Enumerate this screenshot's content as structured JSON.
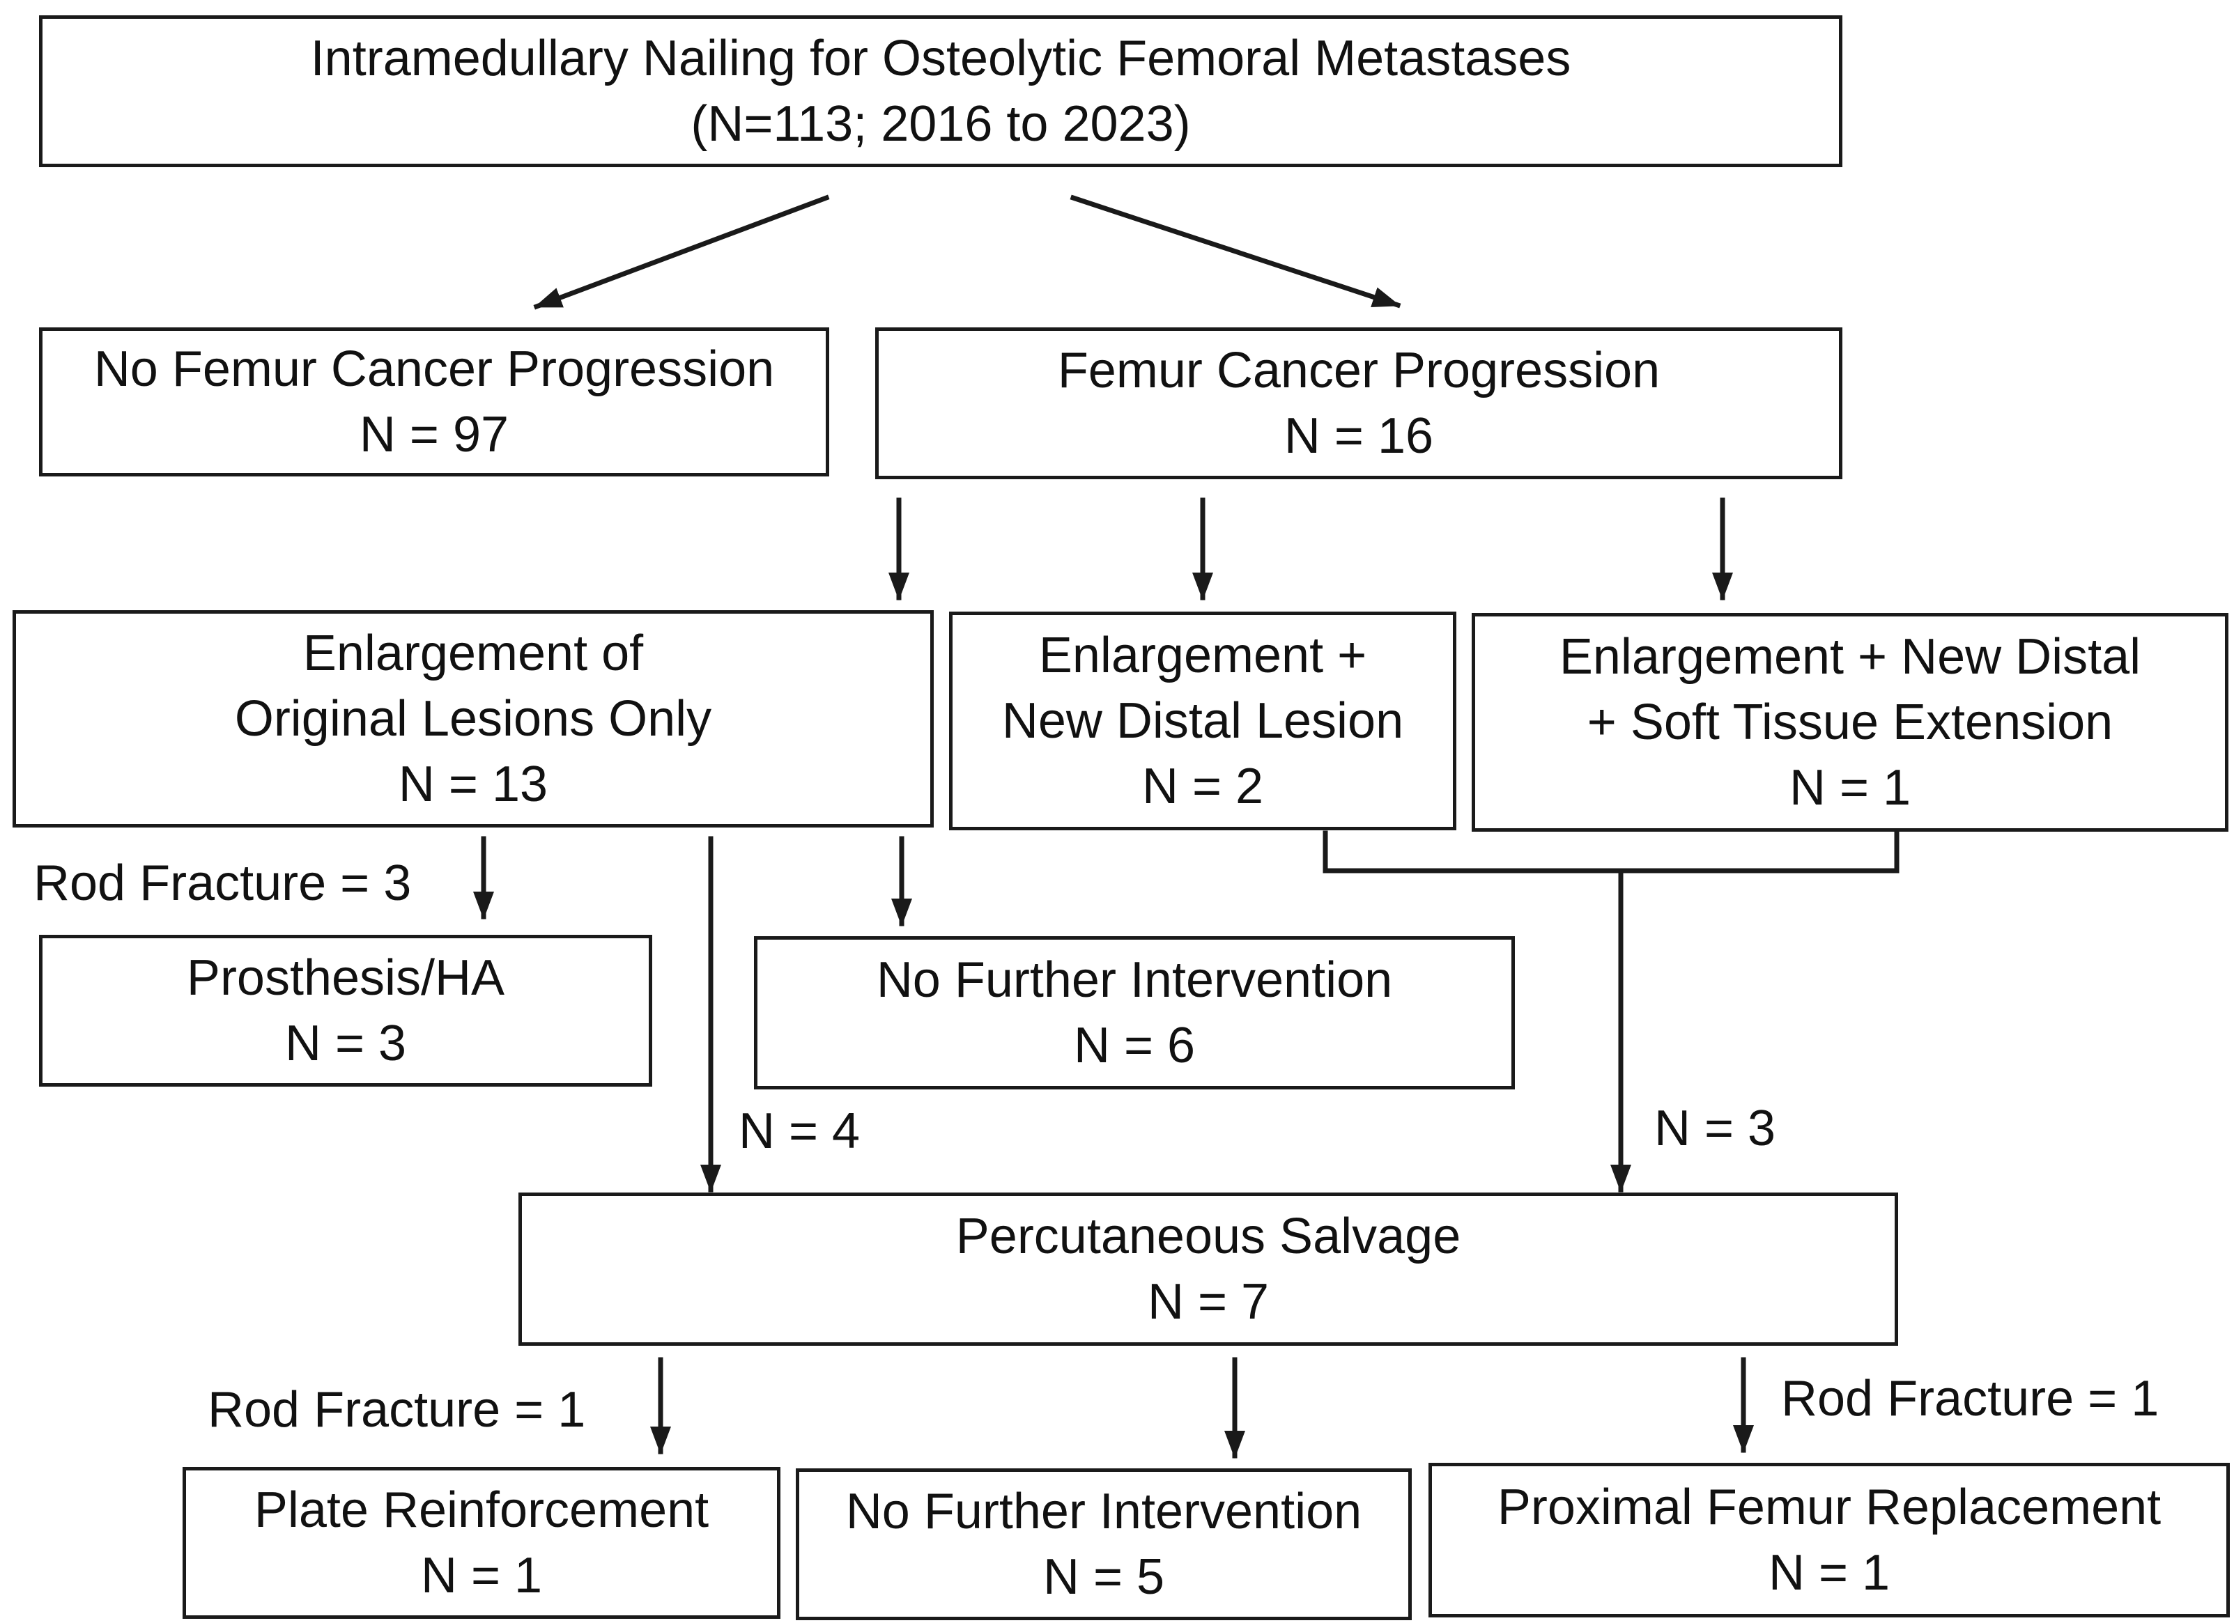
{
  "nodes": {
    "root": {
      "line1": "Intramedullary Nailing for Osteolytic Femoral Metastases",
      "line2": "(N=113; 2016 to 2023)"
    },
    "no_progression": {
      "line1": "No Femur Cancer Progression",
      "line2": "N = 97"
    },
    "progression": {
      "line1": "Femur Cancer Progression",
      "line2": "N = 16"
    },
    "enlargement_only": {
      "line1": "Enlargement of",
      "line2": "Original Lesions Only",
      "line3": "N = 13"
    },
    "enlargement_distal": {
      "line1": "Enlargement +",
      "line2": "New Distal Lesion",
      "line3": "N = 2"
    },
    "enlargement_distal_soft": {
      "line1": "Enlargement + New Distal",
      "line2": "+ Soft Tissue Extension",
      "line3": "N = 1"
    },
    "prosthesis": {
      "line1": "Prosthesis/HA",
      "line2": "N = 3"
    },
    "no_further_1": {
      "line1": "No Further Intervention",
      "line2": "N = 6"
    },
    "salvage": {
      "line1": "Percutaneous Salvage",
      "line2": "N = 7"
    },
    "plate": {
      "line1": "Plate Reinforcement",
      "line2": "N = 1"
    },
    "no_further_2": {
      "line1": "No Further Intervention",
      "line2": "N = 5"
    },
    "proximal_femur": {
      "line1": "Proximal Femur Replacement",
      "line2": "N = 1"
    }
  },
  "edge_labels": {
    "rod_fracture_3": "Rod Fracture = 3",
    "n4": "N = 4",
    "n3": "N = 3",
    "rod_fracture_1_left": "Rod Fracture = 1",
    "rod_fracture_1_right": "Rod Fracture = 1"
  }
}
